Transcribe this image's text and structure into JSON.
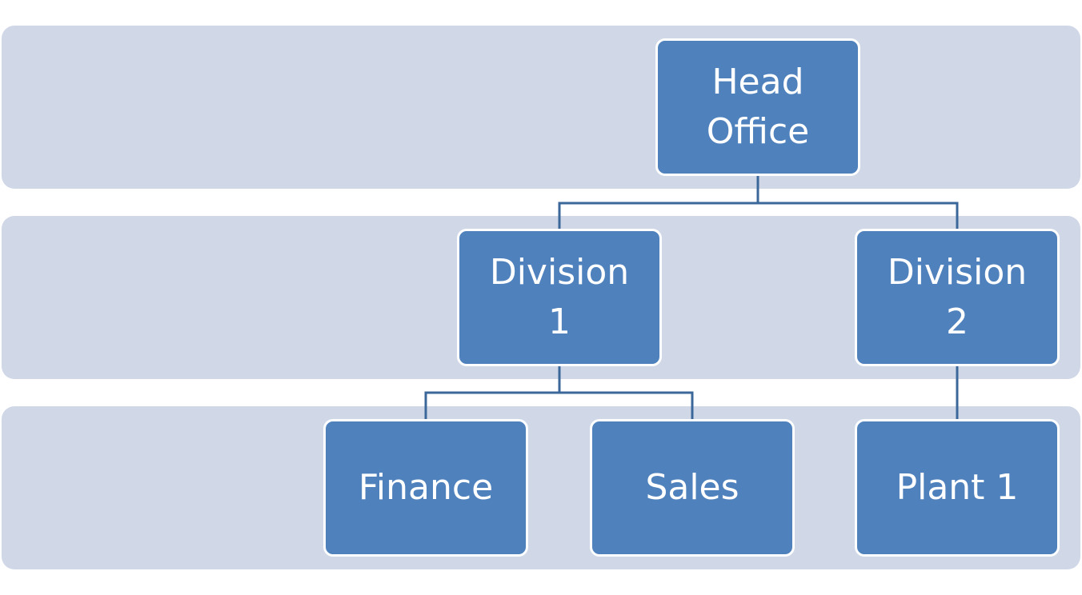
{
  "colors": {
    "band": "#d0d8e8",
    "node": "#4f81bd",
    "node_border": "#ffffff",
    "connector": "#3c679a",
    "text": "#ffffff"
  },
  "nodes": {
    "head_office": {
      "label": "Head\nOffice"
    },
    "division_1": {
      "label": "Division\n1"
    },
    "division_2": {
      "label": "Division\n2"
    },
    "finance": {
      "label": "Finance"
    },
    "sales": {
      "label": "Sales"
    },
    "plant_1": {
      "label": "Plant 1"
    }
  },
  "edges": [
    {
      "from": "head_office",
      "to": "division_1"
    },
    {
      "from": "head_office",
      "to": "division_2"
    },
    {
      "from": "division_1",
      "to": "finance"
    },
    {
      "from": "division_1",
      "to": "sales"
    },
    {
      "from": "division_2",
      "to": "plant_1"
    }
  ]
}
